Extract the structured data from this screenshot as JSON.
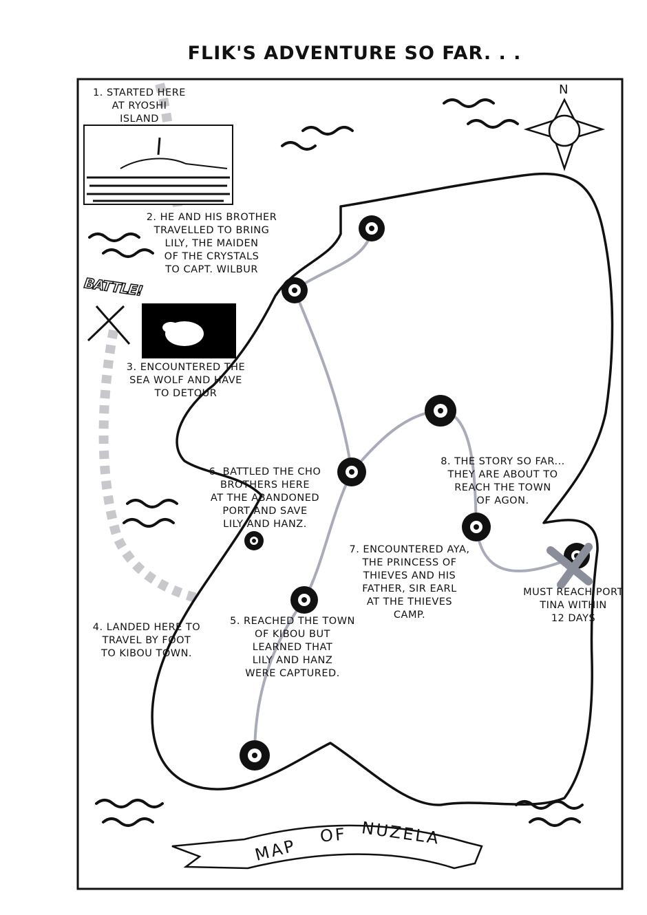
{
  "title": "FLIK'S ADVENTURE SO FAR. . .",
  "compass_label": "N",
  "battle_label": "BATTLE!",
  "banner": {
    "word1": "MAP",
    "word2": "OF",
    "word3": "NUZELA"
  },
  "notes": [
    "1. STARTED HERE\nAT RYOSHI\nISLAND",
    "2. HE AND HIS BROTHER\nTRAVELLED TO BRING\nLILY, THE MAIDEN\nOF THE CRYSTALS\nTO CAPT. WILBUR",
    "3. ENCOUNTERED THE\nSEA WOLF AND HAVE\nTO DETOUR",
    "4. LANDED HERE TO\nTRAVEL BY FOOT\nTO KIBOU TOWN.",
    "5. REACHED THE TOWN\nOF KIBOU BUT\nLEARNED THAT\nLILY AND HANZ\nWERE CAPTURED.",
    "6. BATTLED THE CHO\nBROTHERS HERE\nAT THE ABANDONED\nPORT AND SAVE\nLILY AND HANZ.",
    "7. ENCOUNTERED AYA,\nTHE PRINCESS OF\nTHIEVES AND HIS\nFATHER, SIR EARL\nAT THE THIEVES\nCAMP.",
    "8. THE STORY SO FAR...\nTHEY ARE ABOUT TO\nREACH THE TOWN\nOF AGON."
  ],
  "destination_note": "MUST REACH PORT\nTINA WITHIN\n12 DAYS",
  "colors": {
    "ink": "#111111",
    "route": "#a9acb8",
    "dashed_path": "#c8c8cc"
  }
}
